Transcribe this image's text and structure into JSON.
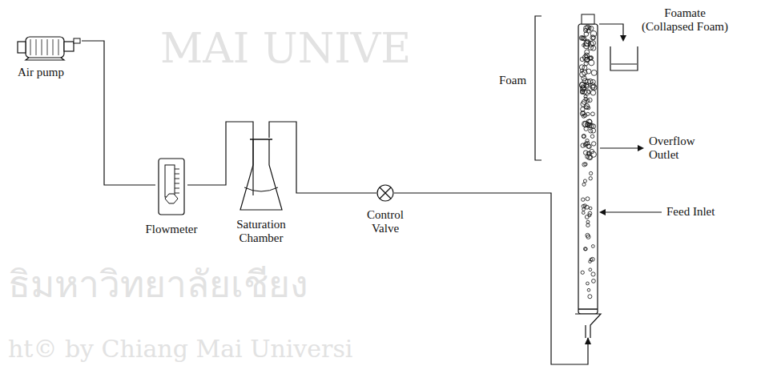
{
  "diagram": {
    "nodes": [
      {
        "text": [
          "Air pump"
        ]
      },
      {
        "text": [
          "Flowmeter"
        ]
      },
      {
        "text": [
          "Saturation Chamber"
        ]
      },
      {
        "text": [
          "Control Valve"
        ]
      },
      {
        "text": [
          "Foam"
        ]
      }
    ],
    "edges": [
      {
        "from": 0,
        "to": 1,
        "arrow": "none"
      },
      {
        "from": 1,
        "to": 2,
        "arrow": "none"
      },
      {
        "from": 2,
        "to": 3,
        "arrow": "none"
      },
      {
        "from": 3,
        "to": 4,
        "arrow": "to"
      }
    ],
    "labels": [
      "Foamate (Collapsed Foam)",
      "Overflow Outlet",
      "Feed Inlet",
      "MAI UNIVE",
      "ธิมหาวิทยาลัยเชียง",
      "ht© by Chiang Mai Universi"
    ]
  }
}
